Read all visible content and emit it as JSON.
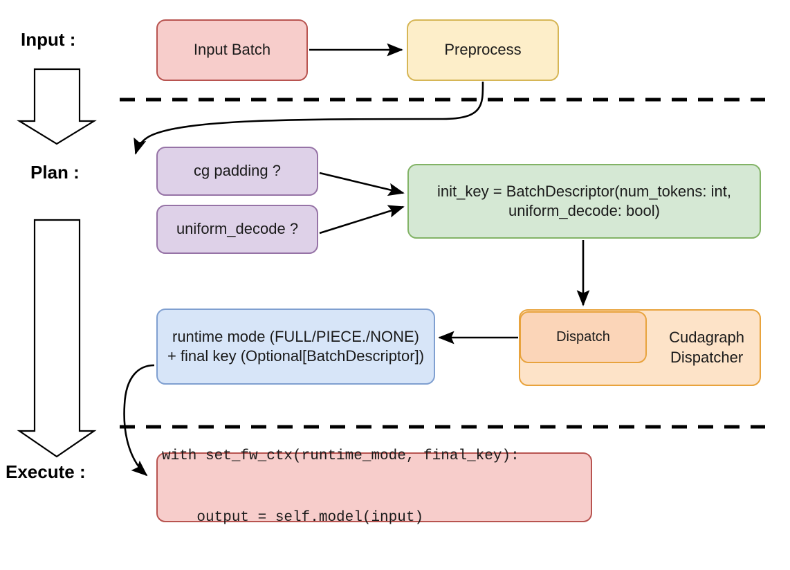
{
  "diagram": {
    "title": "vLLM cudagraph dispatch flow",
    "type": "flowchart",
    "stages": [
      {
        "id": "input",
        "label": "Input :"
      },
      {
        "id": "plan",
        "label": "Plan :"
      },
      {
        "id": "execute",
        "label": "Execute :"
      }
    ],
    "nodes": [
      {
        "id": "input-batch",
        "label": "Input Batch",
        "color": "#f7cdcb",
        "border": "#b85450"
      },
      {
        "id": "preprocess",
        "label": "Preprocess",
        "color": "#fdeec9",
        "border": "#d6b656"
      },
      {
        "id": "cg-padding",
        "label": "cg padding ?",
        "color": "#ded1e8",
        "border": "#9673a6"
      },
      {
        "id": "uniform-decode",
        "label": "uniform_decode ?",
        "color": "#ded1e8",
        "border": "#9673a6"
      },
      {
        "id": "init-key",
        "line1": "init_key = BatchDescriptor(num_tokens: int,",
        "line2": "uniform_decode: bool)",
        "color": "#d5e8d4",
        "border": "#82b366"
      },
      {
        "id": "runtime-mode",
        "line1": "runtime mode (FULL/PIECE./NONE)",
        "line2": "+ final key (Optional[BatchDescriptor])",
        "color": "#d7e5f8",
        "border": "#7f9fd0"
      },
      {
        "id": "dispatch",
        "label": "Dispatch",
        "color": "#fbd5b8",
        "border": "#e8a33d"
      },
      {
        "id": "cudagraph-dispatcher",
        "line1": "Cudagraph",
        "line2": "Dispatcher",
        "color": "#fde3c8",
        "border": "#e8a33d"
      },
      {
        "id": "execute-code",
        "line1": "with set_fw_ctx(runtime_mode, final_key):",
        "line2": "    output = self.model(input)",
        "color": "#f7cdcb",
        "border": "#b85450"
      }
    ],
    "connectors": [
      {
        "id": "input-batch-to-preprocess",
        "from": "input-batch",
        "to": "preprocess",
        "style": "straight-arrow"
      },
      {
        "id": "preprocess-to-cg-padding",
        "from": "preprocess",
        "to": "cg-padding",
        "style": "curved-arrow"
      },
      {
        "id": "cg-padding-to-init-key",
        "from": "cg-padding",
        "to": "init-key",
        "style": "straight-arrow"
      },
      {
        "id": "uniform-decode-to-init-key",
        "from": "uniform-decode",
        "to": "init-key",
        "style": "straight-arrow"
      },
      {
        "id": "init-key-to-dispatch",
        "from": "init-key",
        "to": "dispatch",
        "style": "straight-arrow"
      },
      {
        "id": "dispatch-to-runtime-mode",
        "from": "dispatch",
        "to": "runtime-mode",
        "style": "straight-arrow"
      },
      {
        "id": "runtime-mode-to-execute-code",
        "from": "runtime-mode",
        "to": "execute-code",
        "style": "curved-arrow"
      }
    ],
    "dividers": [
      {
        "id": "input-plan-divider",
        "style": "dashed"
      },
      {
        "id": "plan-execute-divider",
        "style": "dashed"
      }
    ],
    "flow_arrows": [
      {
        "id": "input-to-plan-arrow",
        "direction": "down"
      },
      {
        "id": "plan-to-execute-arrow",
        "direction": "down"
      }
    ]
  }
}
